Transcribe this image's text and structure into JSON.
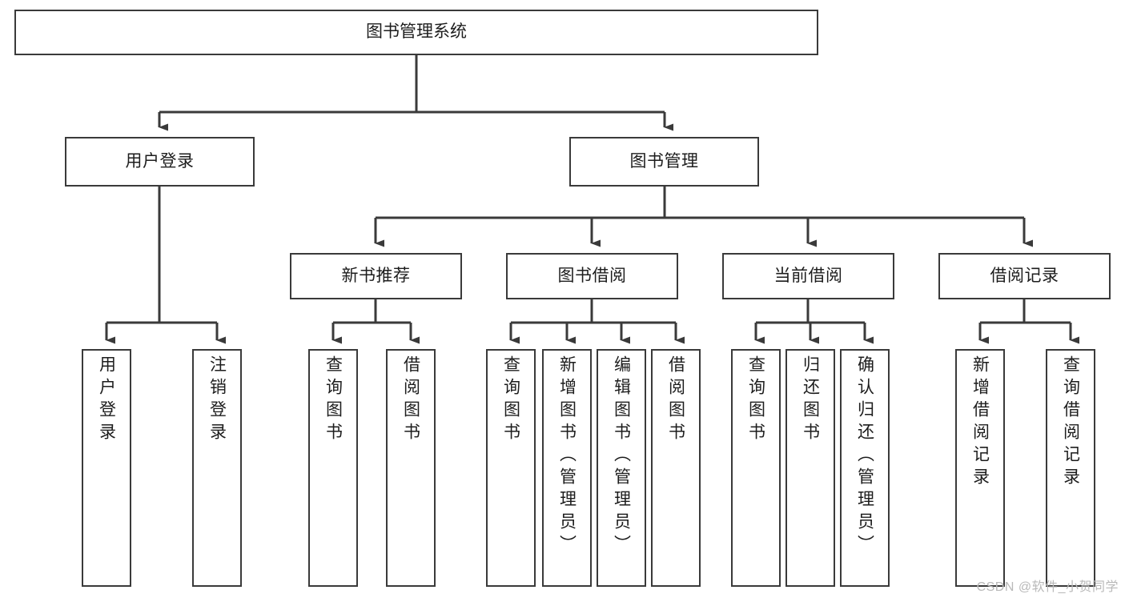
{
  "diagram": {
    "type": "tree-hierarchy",
    "title": "图书管理系统",
    "orientation": "top-down",
    "colors": {
      "box_border": "#3a3a3a",
      "box_fill": "#ffffff",
      "connector": "#3a3a3a",
      "text": "#1d1d1d",
      "watermark": "#b9b9b9"
    },
    "root": {
      "label": "图书管理系统"
    },
    "level2": [
      {
        "label": "用户登录"
      },
      {
        "label": "图书管理"
      }
    ],
    "level3": [
      {
        "label": "新书推荐"
      },
      {
        "label": "图书借阅"
      },
      {
        "label": "当前借阅"
      },
      {
        "label": "借阅记录"
      }
    ],
    "leaves": {
      "user_login": [
        {
          "label": "用户登录"
        },
        {
          "label": "注销登录"
        }
      ],
      "new_book_recommend": [
        {
          "label": "查询图书"
        },
        {
          "label": "借阅图书"
        }
      ],
      "book_borrow": [
        {
          "label": "查询图书"
        },
        {
          "label": "新增图书（管理员）"
        },
        {
          "label": "编辑图书（管理员）"
        },
        {
          "label": "借阅图书"
        }
      ],
      "current_borrow": [
        {
          "label": "查询图书"
        },
        {
          "label": "归还图书"
        },
        {
          "label": "确认归还（管理员）"
        }
      ],
      "borrow_record": [
        {
          "label": "新增借阅记录"
        },
        {
          "label": "查询借阅记录"
        }
      ]
    }
  },
  "watermark": {
    "text": "CSDN @软件_小贺同学"
  }
}
